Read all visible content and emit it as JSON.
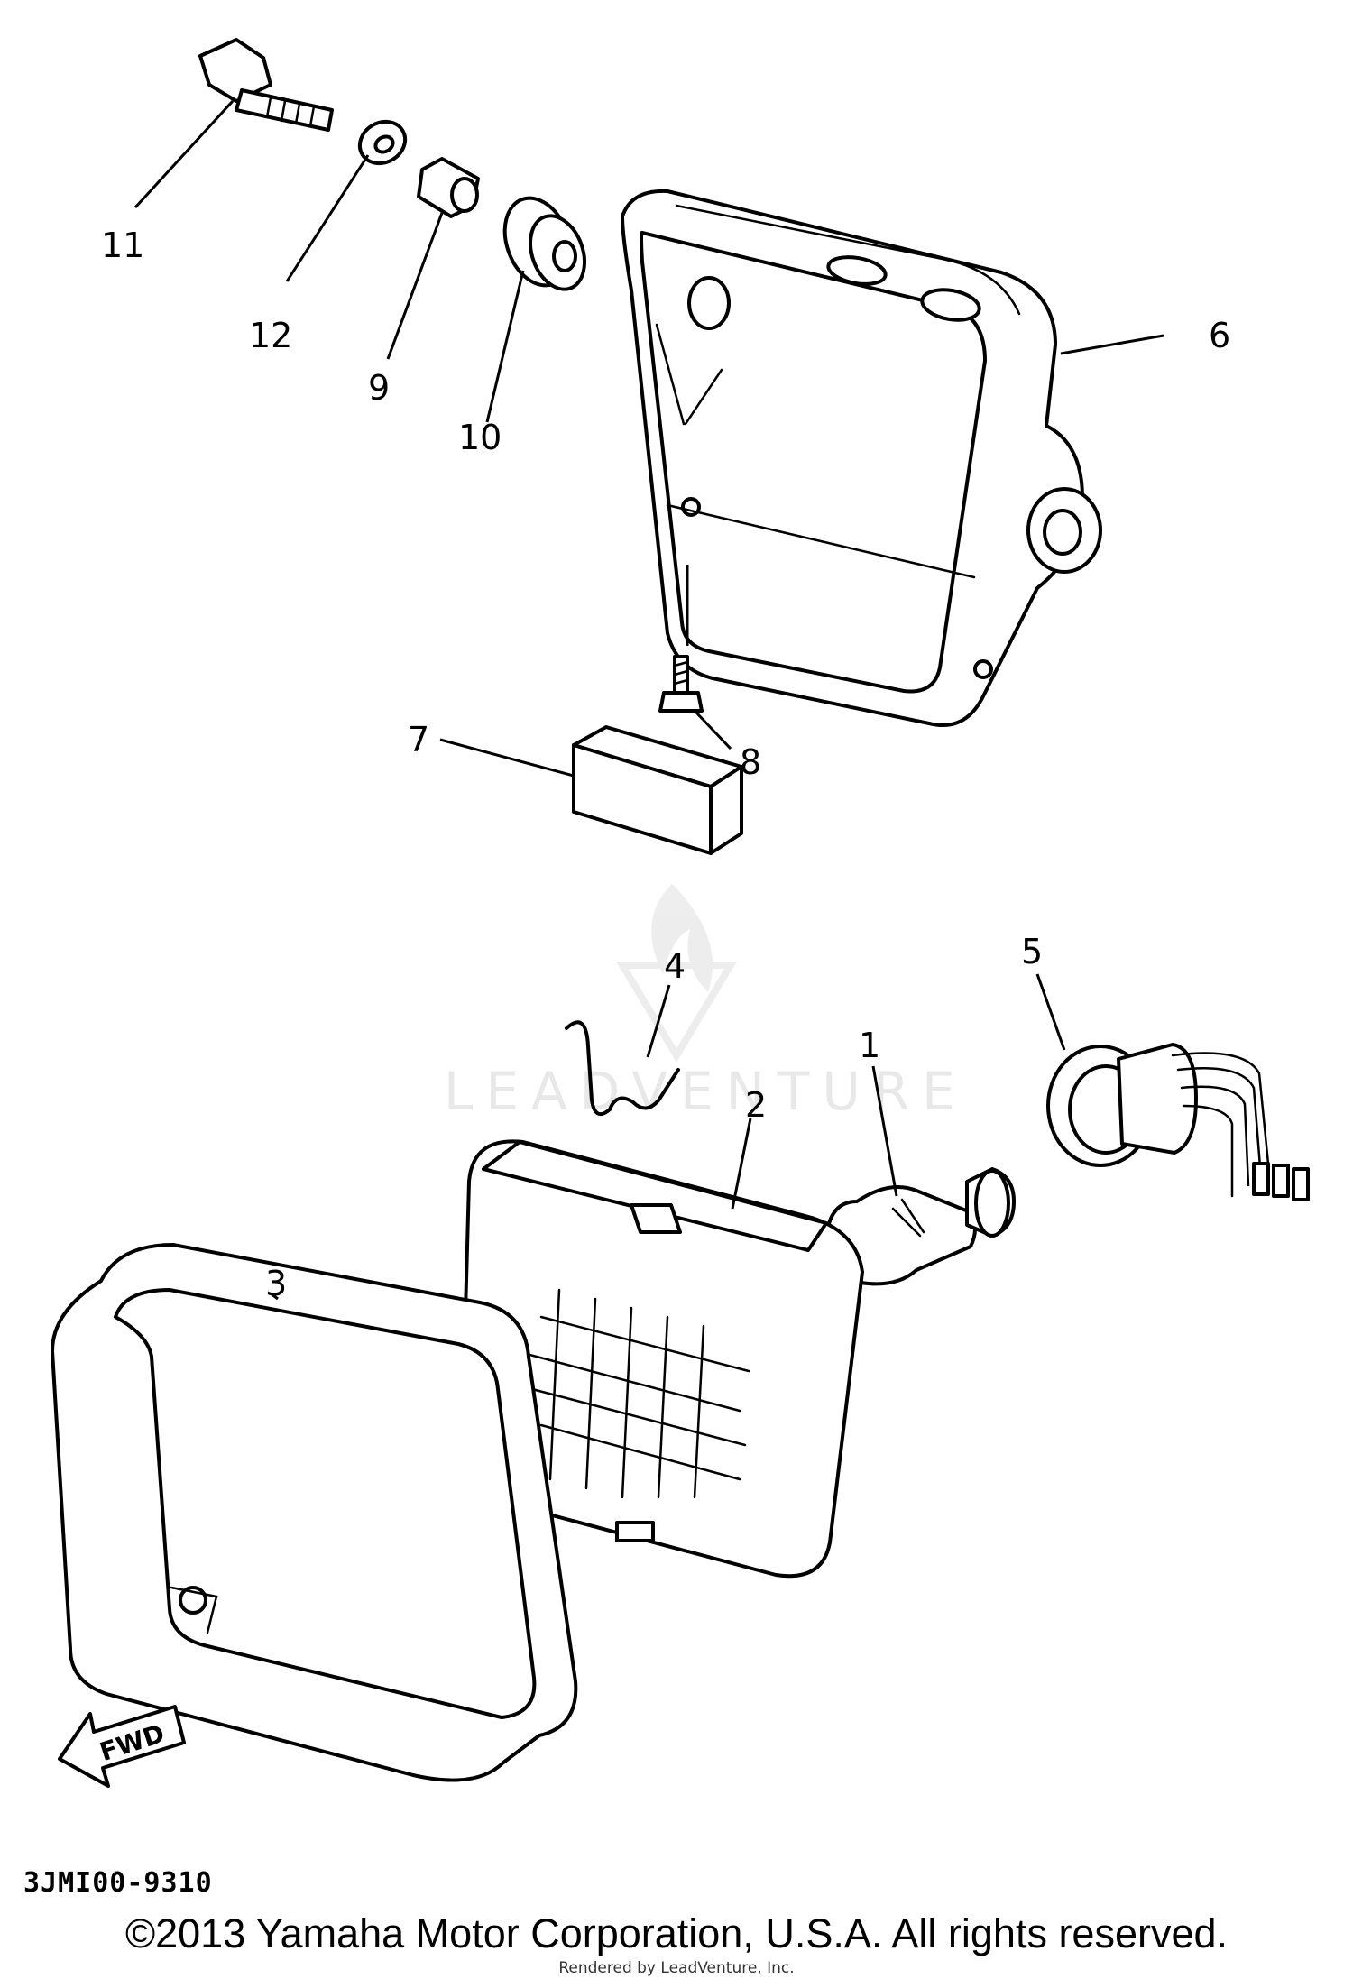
{
  "callouts": [
    {
      "id": "1",
      "text": "1"
    },
    {
      "id": "2",
      "text": "2"
    },
    {
      "id": "3",
      "text": "3"
    },
    {
      "id": "4",
      "text": "4"
    },
    {
      "id": "5",
      "text": "5"
    },
    {
      "id": "6",
      "text": "6"
    },
    {
      "id": "7",
      "text": "7"
    },
    {
      "id": "8",
      "text": "8"
    },
    {
      "id": "9",
      "text": "9"
    },
    {
      "id": "10",
      "text": "10"
    },
    {
      "id": "11",
      "text": "11"
    },
    {
      "id": "12",
      "text": "12"
    }
  ],
  "fwd_label": "FWD",
  "part_code": "3JMI00-9310",
  "watermark": "LEADVENTURE",
  "copyright": "©2013 Yamaha Motor Corporation, U.S.A. All rights reserved.",
  "rendered_by": "Rendered by LeadVenture, Inc."
}
